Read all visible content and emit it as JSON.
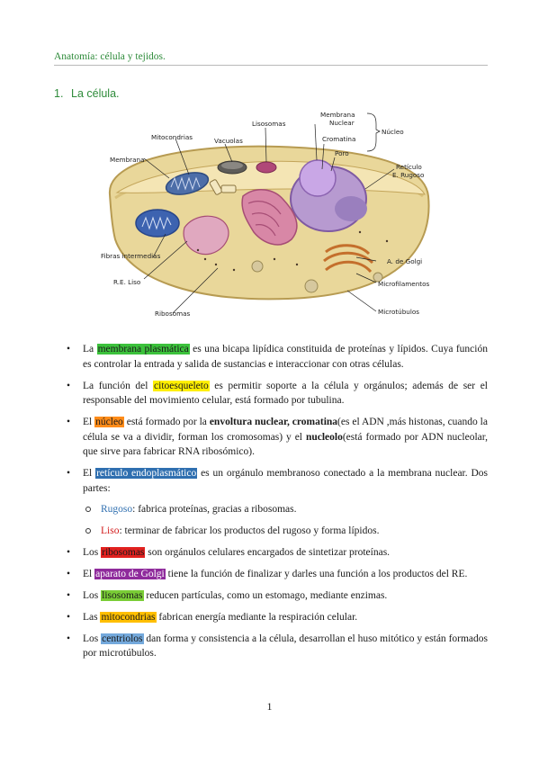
{
  "header": {
    "title": "Anatomía: célula y tejidos."
  },
  "section": {
    "number": "1.",
    "title": "La célula."
  },
  "figure": {
    "labels": {
      "membrana": "Membrana",
      "mitocondrias": "Mitocondrias",
      "vacuolas": "Vacuolas",
      "lisosomas": "Lisosomas",
      "membrana_nuclear_1": "Membrana",
      "membrana_nuclear_2": "Nuclear",
      "cromatina": "Cromatina",
      "poro": "Poro",
      "nucleo": "Núcleo",
      "reticulo_1": "Retículo",
      "reticulo_2": "E. Rugoso",
      "fibras": "Fibras intermedias",
      "golgi": "A. de Golgi",
      "re_liso": "R.E. Liso",
      "microfilamentos": "Microfilamentos",
      "ribosomas": "Ribosomas",
      "microtubulos": "Microtúbulos"
    }
  },
  "items": {
    "membrana": {
      "pre": "La ",
      "hl": "membrana plasmática",
      "post": " es una bicapa lipídica constituida de proteínas y lípidos. Cuya función es controlar la entrada y salida de sustancias e interaccionar con otras células."
    },
    "citoesqueleto": {
      "pre": "La función del ",
      "hl": "citoesqueleto",
      "post": " es permitir soporte a la célula y orgánulos; además de ser el responsable del movimiento celular, está formado por tubulina."
    },
    "nucleo": {
      "pre": "El ",
      "hl": "núcleo",
      "mid1": " está formado por la ",
      "bold1": "envoltura nuclear, cromatina",
      "mid2": "(es el ADN ,más histonas, cuando la célula se va a dividir, forman los cromosomas) y el ",
      "bold2": "nucleolo",
      "post": "(está formado por ADN nucleolar, que sirve para fabricar RNA ribosómico)."
    },
    "reticulo": {
      "pre": "El ",
      "hl": "retículo endoplasmático",
      "post": " es un orgánulo membranoso conectado a la membrana nuclear. Dos partes:",
      "sub": [
        {
          "name": "Rugoso",
          "text": ": fabrica proteínas, gracias a ribosomas."
        },
        {
          "name": "Liso",
          "text": ": terminar de fabricar los productos del rugoso y forma lípidos."
        }
      ]
    },
    "ribosomas": {
      "pre": "Los ",
      "hl": "ribosomas",
      "post": " son orgánulos celulares encargados de sintetizar proteínas."
    },
    "golgi": {
      "pre": "El ",
      "hl": "aparato de Golgi",
      "post": " tiene la función de finalizar y darles una función a los productos del RE."
    },
    "lisosomas": {
      "pre": "Los ",
      "hl": "lisosomas",
      "post": " reducen partículas, como un estomago, mediante enzimas."
    },
    "mitocondrias": {
      "pre": "Las ",
      "hl": "mitocondrias",
      "post": " fabrican energía mediante la respiración celular."
    },
    "centriolos": {
      "pre": "Los ",
      "hl": "centriolos",
      "post": " dan forma y consistencia a la célula, desarrollan el huso mitótico y están formados por microtúbulos."
    }
  },
  "footer": {
    "page_number": "1"
  },
  "colors": {
    "heading_green": "#2e8b3a",
    "hl_green": "#3cc23c",
    "hl_yellow": "#ffef00",
    "hl_orange": "#ff8c19",
    "hl_blue": "#2f6fb0",
    "hl_red": "#e1211f",
    "hl_purple": "#8f2b9c",
    "hl_lime": "#7acd36",
    "hl_amber": "#ffbf00",
    "hl_lightblue": "#74a9dc"
  }
}
